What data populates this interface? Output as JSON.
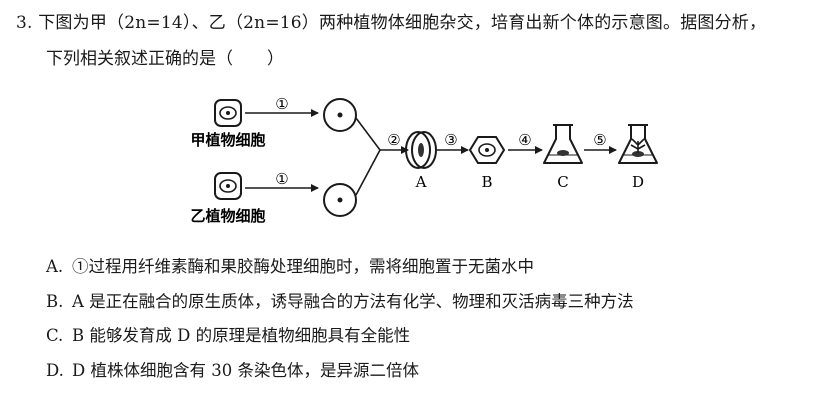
{
  "question": {
    "line1": "3. 下图为甲（2n=14）、乙（2n=16）两种植物体细胞杂交，培育出新个体的示意图。据图分析，",
    "line2": "下列相关叙述正确的是（　　）"
  },
  "diagram": {
    "step1_top": "①",
    "step1_bottom": "①",
    "step2": "②",
    "step3": "③",
    "step4": "④",
    "step5": "⑤",
    "label_jia": "甲植物细胞",
    "label_yi": "乙植物细胞",
    "label_a": "A",
    "label_b": "B",
    "label_c": "C",
    "label_d": "D"
  },
  "options": [
    {
      "letter": "A.",
      "text": "①过程用纤维素酶和果胶酶处理细胞时，需将细胞置于无菌水中"
    },
    {
      "letter": "B.",
      "text": "A 是正在融合的原生质体，诱导融合的方法有化学、物理和灭活病毒三种方法"
    },
    {
      "letter": "C.",
      "text": "B 能够发育成 D 的原理是植物细胞具有全能性"
    },
    {
      "letter": "D.",
      "text": "D 植株体细胞含有 30 条染色体，是异源二倍体"
    }
  ]
}
